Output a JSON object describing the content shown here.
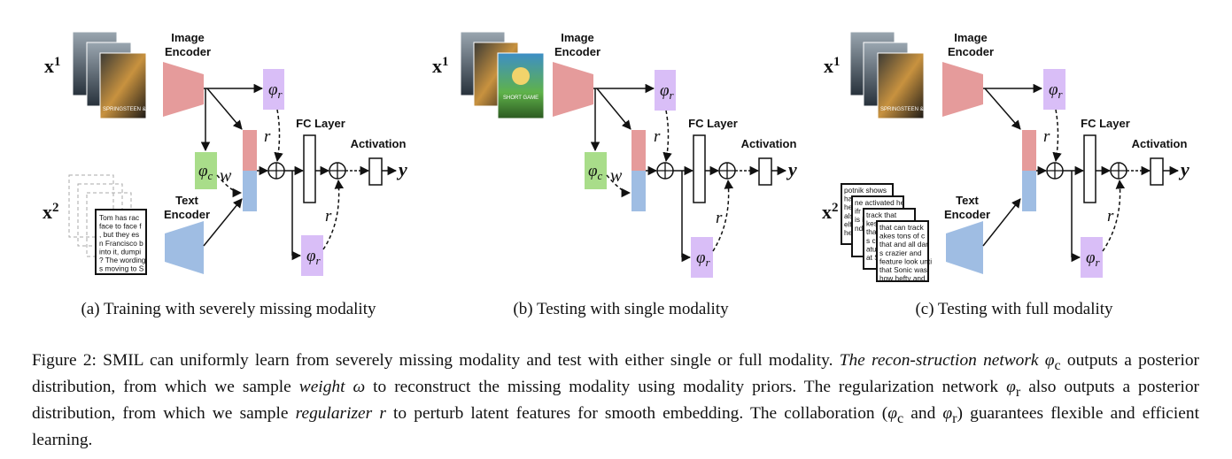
{
  "labels": {
    "image_encoder_line1": "Image",
    "image_encoder_line2": "Encoder",
    "text_encoder_line1": "Text",
    "text_encoder_line2": "Encoder",
    "fc_layer": "FC Layer",
    "activation": "Activation",
    "x1_base": "x",
    "x1_sup": "1",
    "x2_base": "x",
    "x2_sup": "2",
    "y": "y",
    "phi": "φ",
    "phi_r_sub": "r",
    "phi_c_sub": "c",
    "r": "r",
    "w": "w"
  },
  "posters": {
    "caption_a": "SPRINGSTEEN & I",
    "caption_b": "SHORT GAME"
  },
  "texts": {
    "panel_a_doc": [
      "Tom has rac",
      "face to face f",
      ", but they es",
      "n Francisco b",
      "into it, dumpi",
      "? The wording",
      "s moving to S"
    ],
    "panel_c_docs": [
      [
        "potnik shows",
        "hasnd Tom be",
        "he activated h",
        "also on a br",
        "elfr as face to",
        "he is in Sar"
      ],
      [
        "ne activated he",
        "ifr as face to",
        "is in San Fra",
        "nd ther"
      ],
      [
        "track that",
        "kes tons of c",
        "that and all da",
        "s crazier and",
        "ature look unti",
        "at Sonic was"
      ],
      [
        "that can track",
        "akes tons of c",
        "that and all dar",
        "s crazier and",
        "feature look unti",
        "that Sonic was",
        "how hefty and i"
      ]
    ]
  },
  "subcaptions": {
    "a": "(a) Training with severely missing modality",
    "b": "(b) Testing with single modality",
    "c": "(c) Testing with full modality"
  },
  "caption": {
    "p1": "Figure 2: SMIL can uniformly learn from severely missing modality and test with either single or full modality. ",
    "i1": "The recon-struction network",
    "phi_c": " φ",
    "phi_c_sub": "c",
    "p2": " outputs a posterior distribution, from which we sample ",
    "i2": "weight",
    "omega": " ω",
    "p3": " to reconstruct the missing modality using modality priors. The regularization network ",
    "phi_r": "φ",
    "phi_r_sub": "r",
    "p4": " also outputs a posterior distribution, from which we sample ",
    "i3": "regularizer",
    "r": " r",
    "p5": " to perturb latent features for smooth embedding. The collaboration (",
    "phi_c2": "φ",
    "phi_c2_sub": "c",
    "and": " and ",
    "phi_r2": "φ",
    "phi_r2_sub": "r",
    "p6": ") guarantees flexible and efficient learning."
  },
  "colors": {
    "image_encoder": "#e59b9b",
    "text_encoder": "#9fbde3",
    "phi_r_box": "#d9bef7",
    "phi_c_box": "#a9dd8a",
    "feat_top": "#e59b9b",
    "feat_bottom": "#9fbde3"
  }
}
